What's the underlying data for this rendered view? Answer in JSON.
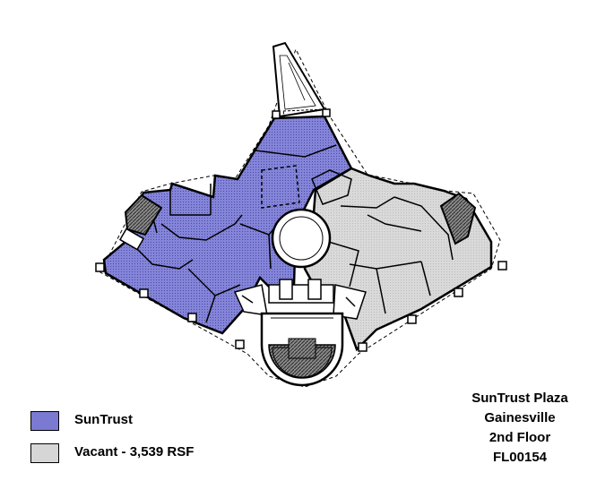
{
  "legend": {
    "items": [
      {
        "label": "SunTrust",
        "color": "#7a7ad2"
      },
      {
        "label": "Vacant - 3,539 RSF",
        "color": "#d6d6d6"
      }
    ]
  },
  "info": {
    "lines": [
      "SunTrust Plaza",
      "Gainesville",
      "2nd Floor",
      "FL00154"
    ]
  },
  "colors": {
    "suntrust": "#7a7ad2",
    "vacant": "#d6d6d6",
    "stair": "#6e6e6e",
    "wall": "#000000"
  },
  "icons": [
    "floor-plan",
    "stair-hatch",
    "atrium-circle",
    "elevator-lobby"
  ]
}
